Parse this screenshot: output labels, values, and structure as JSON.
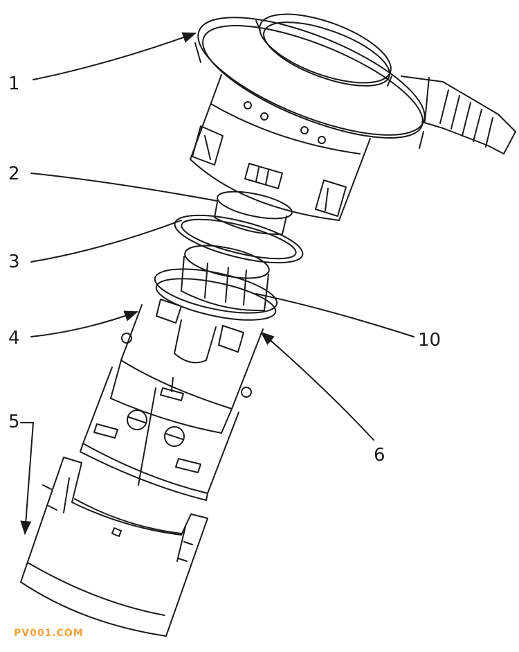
{
  "callouts": {
    "c1": "1",
    "c2": "2",
    "c3": "3",
    "c4": "4",
    "c5": "5",
    "c6": "6",
    "c10": "10"
  },
  "watermark": "PV001.COM",
  "colors": {
    "line": "#1a1a1a",
    "shade": "#bdbdbd",
    "light_shade": "#e6e6e6",
    "watermark": "#f0a040"
  }
}
